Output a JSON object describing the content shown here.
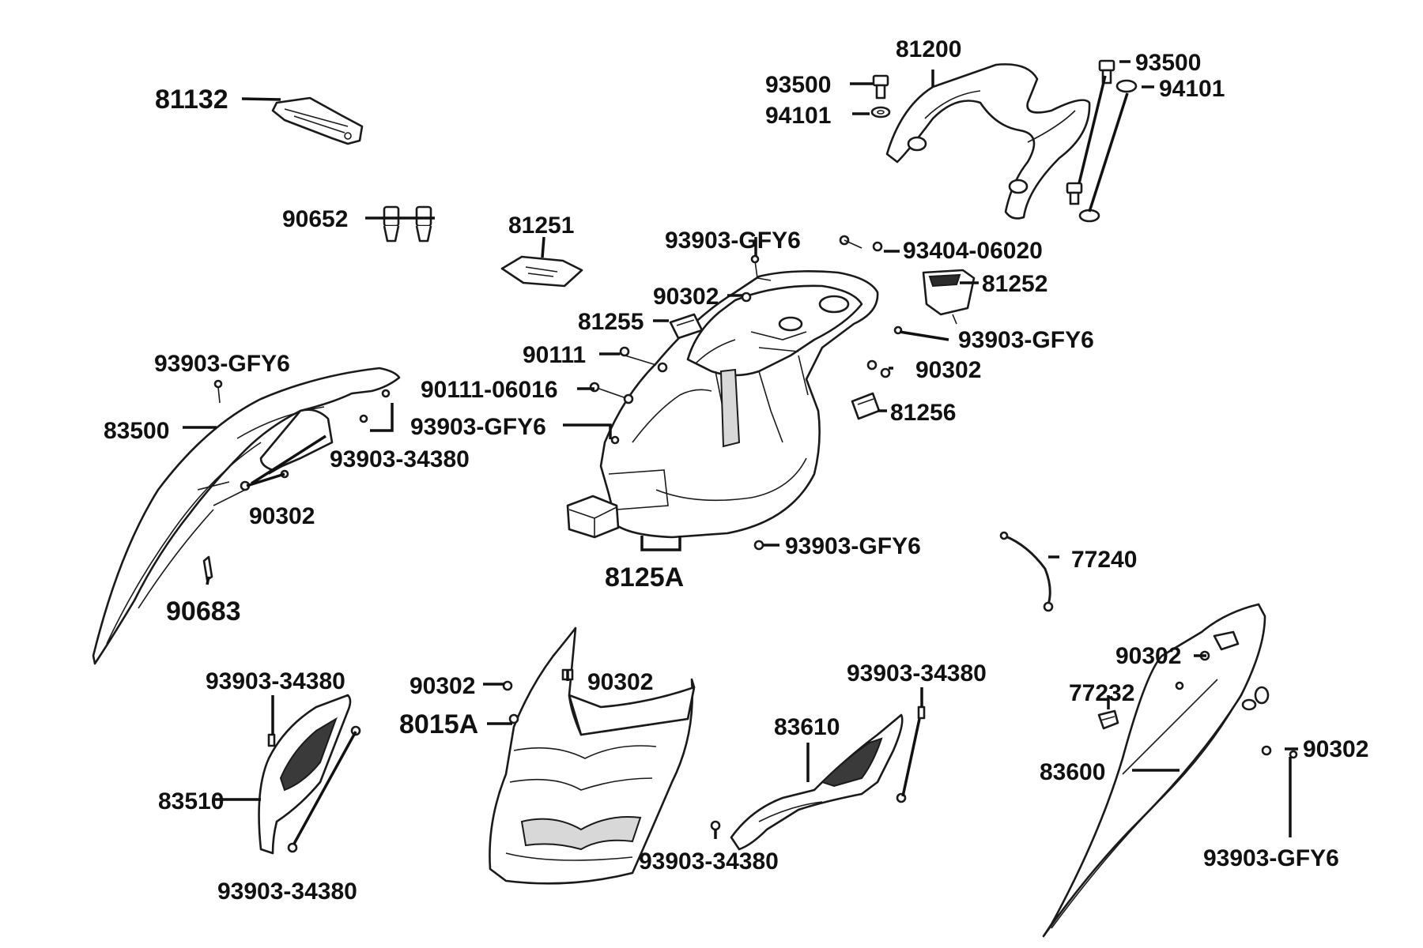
{
  "labels": {
    "p81132": "81132",
    "p90652": "90652",
    "p81251": "81251",
    "p81200": "81200",
    "p93500_a": "93500",
    "p94101_a": "94101",
    "p93500_b": "93500",
    "p94101_b": "94101",
    "p93903_gfy6_a": "93903-GFY6",
    "p93404_06020": "93404-06020",
    "p81252": "81252",
    "p90302_a": "90302",
    "p81255": "81255",
    "p93903_gfy6_b": "93903-GFY6",
    "p90111": "90111",
    "p90302_b": "90302",
    "p90111_06016": "90111-06016",
    "p81256": "81256",
    "p93903_gfy6_c": "93903-GFY6",
    "p93903_gfy6_d": "93903-GFY6",
    "p83500": "83500",
    "p93903_34380_a": "93903-34380",
    "p90302_c": "90302",
    "p90683": "90683",
    "p8125A": "8125A",
    "p93903_gfy6_e": "93903-GFY6",
    "p77240": "77240",
    "p93903_34380_b": "93903-34380",
    "p83510": "83510",
    "p93903_34380_c": "93903-34380",
    "p90302_d": "90302",
    "p90302_e": "90302",
    "p8015A": "8015A",
    "p93903_34380_d": "93903-34380",
    "p83610": "83610",
    "p93903_34380_e": "93903-34380",
    "p90302_f": "90302",
    "p77232": "77232",
    "p83600": "83600",
    "p90302_g": "90302",
    "p93903_gfy6_f": "93903-GFY6"
  },
  "icons": {
    "fasteners": "screw-icon",
    "washers": "washer-icon",
    "clips": "clip-icon"
  }
}
